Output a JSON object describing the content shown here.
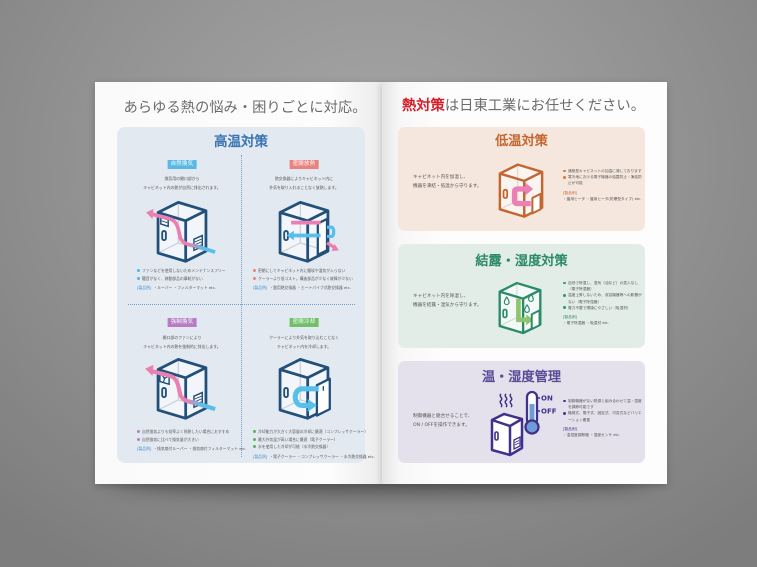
{
  "left_page": {
    "headline": "あらゆる熱の悩み・困りごとに対応。",
    "panel": {
      "title": "高温対策",
      "quadrants": [
        {
          "tag": "自然換気",
          "desc": [
            "換気用の開口部から",
            "キャビネット内の熱が自然に排出されます。"
          ],
          "bullets": [
            "ファンなどを使用しないためメンテナンスフリー",
            "騒音がなく、稼動部品の摩耗がない"
          ],
          "products_label": "[製品例]",
          "products": "・ルーバー ・フィルターマット etc.",
          "icon": "cabinet-natural-ventilation-icon"
        },
        {
          "tag": "密閉放熱",
          "desc": [
            "熱交換器によりキャビネット内に",
            "外気を取り入れることなく放熱します。"
          ],
          "bullets": [
            "密閉にしてキャビネット内に塵埃や湿気が入らない",
            "クーラーより低コスト。構造部品が少なく故障が少ない"
          ],
          "products_label": "[製品例]",
          "products": "・盤用熱交換器 ・ヒートパイプ式熱交換器 etc.",
          "icon": "cabinet-heat-exchanger-icon"
        },
        {
          "tag": "強制換気",
          "desc": [
            "開口部のファンにより",
            "キャビネット内の熱を強制的に排出します。"
          ],
          "bullets": [
            "自然換気よりも効率よく排熱したい場合におすすめ",
            "自然換気に比べて換気量が大きい"
          ],
          "products_label": "[製品例]",
          "products": "・換気扇付ルーバー ・換気扇付フィルターマット etc.",
          "icon": "cabinet-forced-ventilation-icon"
        },
        {
          "tag": "密閉冷却",
          "desc": [
            "クーラーにより外気を取り込むことなく",
            "キャビネット内を冷却します。"
          ],
          "bullets": [
            "冷却能力が大きく大容量の冷却に最適（コンプレッサクーラー）",
            "最大外気温が高い場合に最適（電子クーラー）",
            "水を使用した冷却が可能（水冷熱交換器）"
          ],
          "products_label": "[製品例]",
          "products": "・電子クーラー ・コンプレッサクーラー ・水冷熱交換器 etc.",
          "icon": "cabinet-cooler-icon"
        }
      ]
    }
  },
  "right_page": {
    "headline": {
      "emphasis": "熱対策",
      "rest": "は日東工業にお任せください。"
    },
    "panels": [
      {
        "title": "低温対策",
        "desc": [
          "キャビネット内を加温し、",
          "機器を凍結・低温から守ります。"
        ],
        "bullets": [
          "通風型キャビネットの加温に適しております",
          "寒冷地における電子機器の結露防止・凍結防止が可能"
        ],
        "products_label": "[製品例]",
        "products": "・盤用ヒータ ・盤用ヒータ(防爆型タイプ) etc.",
        "icon": "cabinet-heater-icon"
      },
      {
        "title": "結露・湿度対策",
        "desc": [
          "キャビネット内を除湿し、",
          "機器を結露・湿気から守ります。"
        ],
        "bullets": [
          "自然で除湿し、湿気（油など）の混入なし（電子除湿器）",
          "温度上昇しないため、収容機器等への影響がない（電子除湿器）",
          "電力不要で環境にやさしい（吸湿材）"
        ],
        "products_label": "[製品例]",
        "products": "・電子除湿器 ・吸湿材 etc.",
        "icon": "cabinet-dehumidifier-icon"
      },
      {
        "title": "温・湿度管理",
        "desc": [
          "制御機器と組合せることで、",
          "ON / OFFを操作できます。"
        ],
        "bullets": [
          "制御機器がない熱源と組み合わせて温・湿度を調節可能です",
          "機械式、電子式、固定式、可変式などバリエーション豊富"
        ],
        "products_label": "[製品例]",
        "products": "・温湿度調節器 ・湿度センサ etc.",
        "icon": "thermostat-cabinet-icon",
        "on_label": "ON",
        "off_label": "OFF"
      }
    ]
  },
  "colors": {
    "headline_emphasis": "#d51f2a",
    "high_temp": "#3a72b3",
    "natural_vent": "#59b8e6",
    "sealed_dissipation": "#e9827f",
    "forced_vent": "#b77dc4",
    "sealed_cooling": "#71bf68",
    "low_temp": "#c4662f",
    "dehumid": "#2b8a69",
    "temp_humid": "#5a4b97"
  }
}
